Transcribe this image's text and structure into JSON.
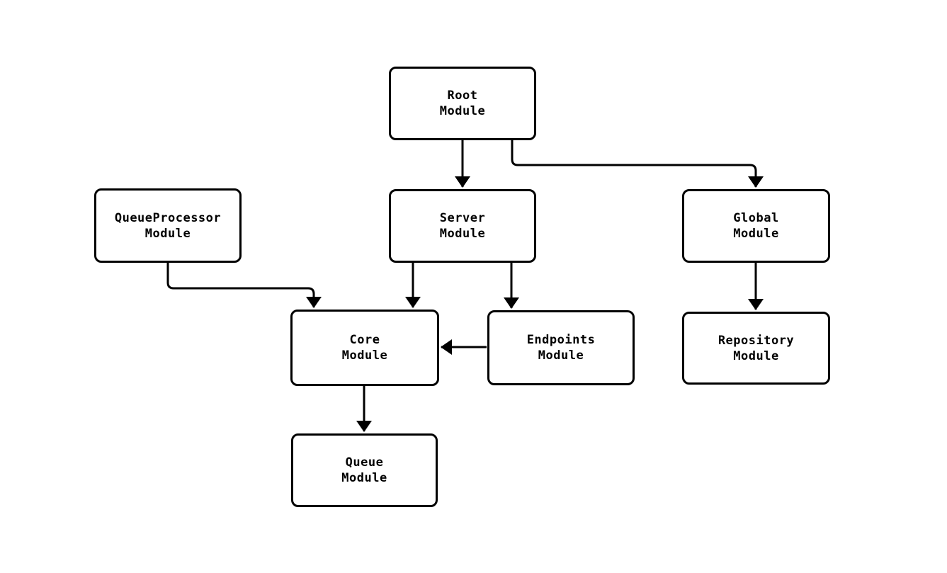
{
  "diagram": {
    "background_color": "#ffffff",
    "stroke_color": "#000000",
    "nodes": [
      {
        "id": "root",
        "label": "Root\nModule"
      },
      {
        "id": "queueprocessor",
        "label": "QueueProcessor\nModule"
      },
      {
        "id": "server",
        "label": "Server\nModule"
      },
      {
        "id": "global",
        "label": "Global\nModule"
      },
      {
        "id": "core",
        "label": "Core\nModule"
      },
      {
        "id": "endpoints",
        "label": "Endpoints\nModule"
      },
      {
        "id": "repository",
        "label": "Repository\nModule"
      },
      {
        "id": "queue",
        "label": "Queue\nModule"
      }
    ],
    "edges": [
      {
        "from": "root",
        "to": "server"
      },
      {
        "from": "root",
        "to": "global"
      },
      {
        "from": "queueprocessor",
        "to": "core"
      },
      {
        "from": "server",
        "to": "core"
      },
      {
        "from": "server",
        "to": "endpoints"
      },
      {
        "from": "endpoints",
        "to": "core"
      },
      {
        "from": "global",
        "to": "repository"
      },
      {
        "from": "core",
        "to": "queue"
      }
    ]
  }
}
